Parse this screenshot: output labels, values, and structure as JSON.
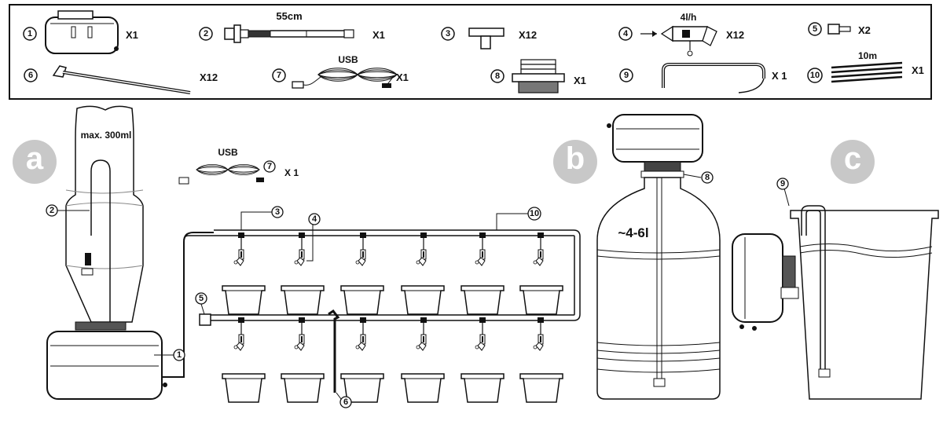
{
  "parts": [
    {
      "num": "1",
      "qty": "X1"
    },
    {
      "num": "2",
      "qty": "X1",
      "label": "55cm"
    },
    {
      "num": "3",
      "qty": "X12"
    },
    {
      "num": "4",
      "qty": "X12",
      "label": "4l/h"
    },
    {
      "num": "5",
      "qty": "X2"
    },
    {
      "num": "6",
      "qty": "X12"
    },
    {
      "num": "7",
      "qty": "X1",
      "label": "USB"
    },
    {
      "num": "8",
      "qty": "X1"
    },
    {
      "num": "9",
      "qty": "X 1"
    },
    {
      "num": "10",
      "qty": "X1",
      "label": "10m"
    }
  ],
  "setups": {
    "a": {
      "letter": "a",
      "bottle_label": "max. 300ml",
      "usb_label": "USB",
      "usb_qty": "X 1"
    },
    "b": {
      "letter": "b",
      "volume_label": "~4-6l"
    },
    "c": {
      "letter": "c"
    }
  },
  "callouts": {
    "n1": "1",
    "n2": "2",
    "n3": "3",
    "n4": "4",
    "n5": "5",
    "n6": "6",
    "n7": "7",
    "n8": "8",
    "n9": "9",
    "n10": "10"
  },
  "colors": {
    "line": "#111111",
    "badge": "#c8c8c8"
  }
}
